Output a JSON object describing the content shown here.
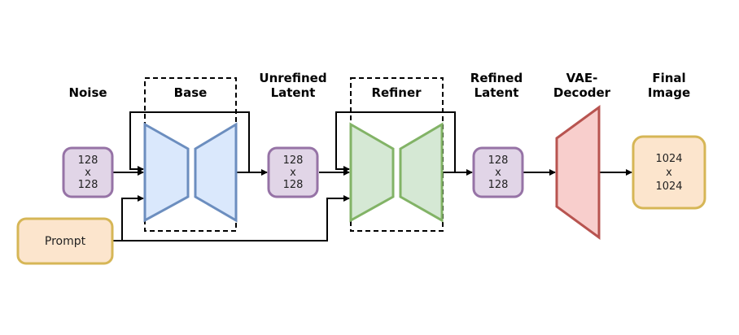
{
  "labels": {
    "noise": "Noise",
    "base": "Base",
    "unrefined_line1": "Unrefined",
    "unrefined_line2": "Latent",
    "refiner": "Refiner",
    "refined_line1": "Refined",
    "refined_line2": "Latent",
    "vae_line1": "VAE-",
    "vae_line2": "Decoder",
    "final_line1": "Final",
    "final_line2": "Image"
  },
  "boxes": {
    "noise_latent": [
      "128",
      "x",
      "128"
    ],
    "unrefined_latent": [
      "128",
      "x",
      "128"
    ],
    "refined_latent": [
      "128",
      "x",
      "128"
    ],
    "final_image": [
      "1024",
      "x",
      "1024"
    ],
    "prompt": "Prompt"
  },
  "colors": {
    "latent_fill": "#e1d5e7",
    "latent_stroke": "#9673a6",
    "base_fill": "#dae8fc",
    "base_stroke": "#6c8ebf",
    "refiner_fill": "#d5e8d4",
    "refiner_stroke": "#82b366",
    "vae_fill": "#f8cecc",
    "vae_stroke": "#b85450",
    "orange_fill": "#fce5cd",
    "orange_stroke": "#d6b656"
  }
}
